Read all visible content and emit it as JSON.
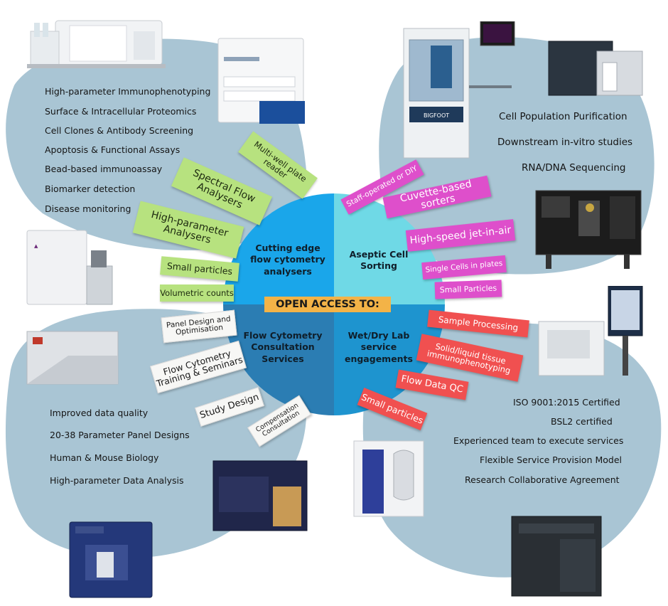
{
  "center": {
    "banner": "OPEN ACCESS TO:",
    "quadrants": {
      "analysers": [
        "Cutting edge",
        "flow cytometry",
        "analysers"
      ],
      "sorting": [
        "Aseptic Cell",
        "Sorting"
      ],
      "consultation": [
        "Flow Cytometry",
        "Consultation",
        "Services"
      ],
      "wetdry": [
        "Wet/Dry Lab",
        "service",
        "engagements"
      ]
    },
    "colors": {
      "analysers": "#1aa6ea",
      "sorting": "#6fd9e6",
      "consultation": "#2b7db3",
      "wetdry": "#1e94cf"
    }
  },
  "top_left": {
    "features": [
      "High-parameter Immunophenotyping",
      "Surface & Intracellular Proteomics",
      "Cell Clones & Antibody Screening",
      "Apoptosis & Functional Assays",
      "Bead-based immunoassay",
      "Biomarker detection",
      "Disease monitoring"
    ],
    "tags": [
      [
        "Multi-well plate",
        "reader"
      ],
      [
        "Spectral Flow",
        "Analysers"
      ],
      [
        "High-parameter",
        "Analysers"
      ],
      [
        "Small particles"
      ],
      [
        "Volumetric counts"
      ]
    ]
  },
  "top_right": {
    "features": [
      "Cell Population Purification",
      "Downstream in-vitro studies",
      "RNA/DNA Sequencing"
    ],
    "tags": [
      [
        "Staff-operated or DIY"
      ],
      [
        "Cuvette-based sorters"
      ],
      [
        "High-speed jet-in-air"
      ],
      [
        "Single Cells in plates"
      ],
      [
        "Small Particles"
      ]
    ],
    "device_label": "BIGFOOT"
  },
  "bottom_left": {
    "features": [
      "Improved data quality",
      "20-38 Parameter Panel Designs",
      "Human & Mouse Biology",
      "High-parameter Data Analysis"
    ],
    "tags": [
      [
        "Panel Design and",
        "Optimisation"
      ],
      [
        "Flow Cytometry",
        "Training & Seminars"
      ],
      [
        "Study Design"
      ],
      [
        "Compensation",
        "Consultation"
      ]
    ]
  },
  "bottom_right": {
    "features": [
      "ISO 9001:2015 Certified",
      "BSL2 certified",
      "Experienced team to execute services",
      "Flexible Service Provision Model",
      "Research Collaborative Agreement"
    ],
    "tags": [
      [
        "Sample Processing"
      ],
      [
        "Solid/liquid tissue",
        "immunophenotyping"
      ],
      [
        "Flow Data QC"
      ],
      [
        "Small particles"
      ]
    ]
  },
  "palette": {
    "blob": "#a9c5d4",
    "green": "#b7e27f",
    "magenta": "#de4fcb",
    "red": "#f05050",
    "banner": "#f3b347"
  }
}
